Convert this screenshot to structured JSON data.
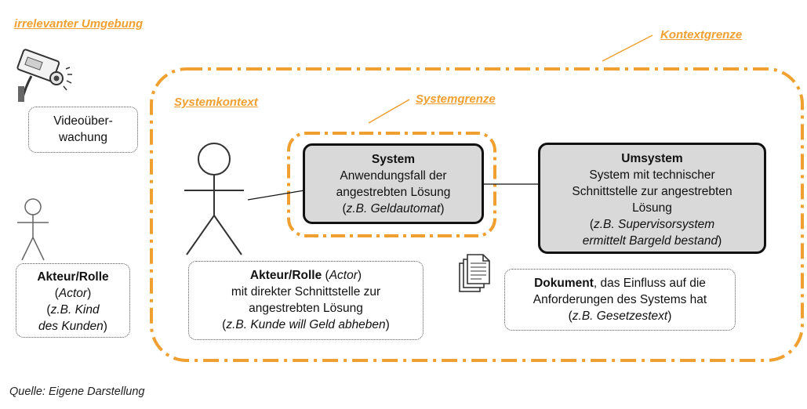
{
  "labels": {
    "irrelevant": "irrelevanter Umgebung",
    "kontextgrenze": "Kontextgrenze",
    "systemkontext": "Systemkontext",
    "systemgrenze": "Systemgrenze"
  },
  "video": {
    "line1": "Videoüber-",
    "line2": "wachung"
  },
  "actor_irrelevant": {
    "title": "Akteur/Rolle",
    "role": "Actor",
    "example_l1": "z.B. Kind",
    "example_l2": "des Kunden"
  },
  "actor_main": {
    "title": "Akteur/Rolle",
    "role": "Actor",
    "line2": "mit direkter Schnittstelle zur",
    "line3": "angestrebten Lösung",
    "example": "z.B. Kunde will Geld abheben"
  },
  "system": {
    "title": "System",
    "line1": "Anwendungsfall der",
    "line2": "angestrebten Lösung",
    "example": "z.B. Geldautomat"
  },
  "umsystem": {
    "title": "Umsystem",
    "line1": "System mit technischer",
    "line2": "Schnittstelle zur angestrebten",
    "line3": "Lösung",
    "example_l1": "z.B. Supervisorsystem",
    "example_l2": "ermittelt Bargeld bestand"
  },
  "document": {
    "title": "Dokument",
    "line1_rest": ", das Einfluss auf die",
    "line2": "Anforderungen des Systems hat",
    "example": "z.B. Gesetzestext"
  },
  "source": "Quelle: Eigene Darstellung",
  "colors": {
    "boundary": "#f0a030",
    "system_fill": "#d9d9d9"
  }
}
